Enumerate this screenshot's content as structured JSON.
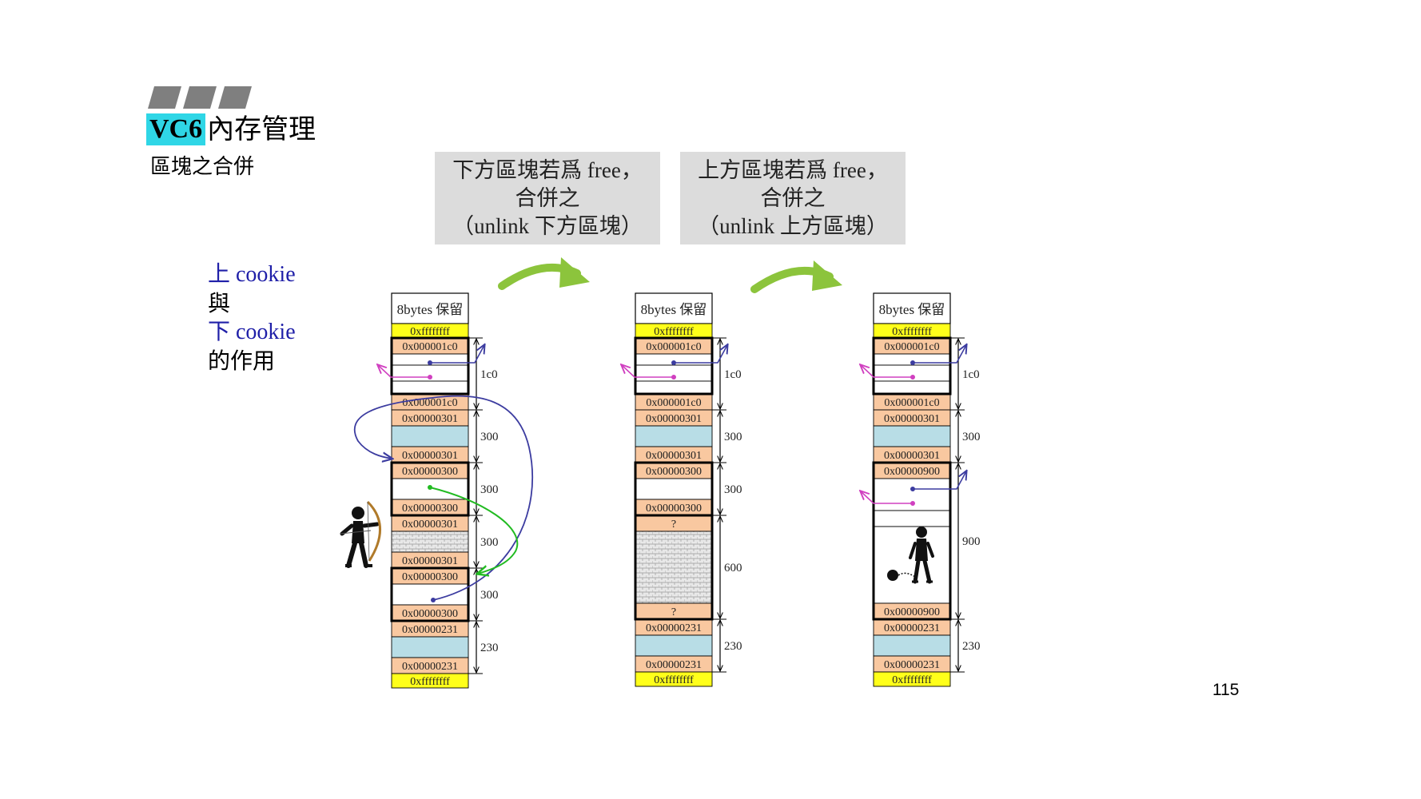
{
  "header": {
    "title_highlight": "VC6",
    "title_rest": "內存管理",
    "subtitle": "區塊之合併"
  },
  "callouts": [
    {
      "lines": [
        "下方區塊若爲 free，",
        "合併之",
        "（unlink 下方區塊）"
      ]
    },
    {
      "lines": [
        "上方區塊若爲 free，",
        "合併之",
        "（unlink 上方區塊）"
      ]
    }
  ],
  "cookie_note": {
    "line1": "上 cookie",
    "line2": "與",
    "line3": "下 cookie",
    "line4": "的作用"
  },
  "page_number": "115",
  "colors": {
    "highlight": "#2fd6e6",
    "yellow": "#ffff1a",
    "cookie": "#f9c8a0",
    "blue_block": "#b8dde6",
    "green_arrow": "#8cc43c",
    "purple": "#3c3ca0",
    "magenta": "#d040c0",
    "green_line": "#22bb22"
  },
  "columns": [
    {
      "header": "8bytes 保留",
      "cells": [
        {
          "text": "0xffffffff",
          "type": "yellow"
        },
        {
          "text": "0x000001c0",
          "type": "cookie"
        },
        {
          "text": "",
          "type": "white"
        },
        {
          "text": "",
          "type": "white"
        },
        {
          "text": "",
          "type": "white"
        },
        {
          "text": "0x000001c0",
          "type": "cookie"
        },
        {
          "text": "0x00000301",
          "type": "cookie"
        },
        {
          "text": "",
          "type": "blue"
        },
        {
          "text": "0x00000301",
          "type": "cookie"
        },
        {
          "text": "0x00000300",
          "type": "cookie"
        },
        {
          "text": "",
          "type": "white"
        },
        {
          "text": "0x00000300",
          "type": "cookie"
        },
        {
          "text": "0x00000301",
          "type": "cookie"
        },
        {
          "text": "",
          "type": "pattern"
        },
        {
          "text": "0x00000301",
          "type": "cookie"
        },
        {
          "text": "0x00000300",
          "type": "cookie"
        },
        {
          "text": "",
          "type": "white"
        },
        {
          "text": "0x00000300",
          "type": "cookie"
        },
        {
          "text": "0x00000231",
          "type": "cookie"
        },
        {
          "text": "",
          "type": "blue"
        },
        {
          "text": "0x00000231",
          "type": "cookie"
        },
        {
          "text": "0xffffffff",
          "type": "yellow"
        }
      ],
      "sizes": [
        "1c0",
        "300",
        "300",
        "300",
        "300",
        "230"
      ]
    },
    {
      "header": "8bytes 保留",
      "cells": [
        {
          "text": "0xffffffff",
          "type": "yellow"
        },
        {
          "text": "0x000001c0",
          "type": "cookie"
        },
        {
          "text": "",
          "type": "white"
        },
        {
          "text": "",
          "type": "white"
        },
        {
          "text": "",
          "type": "white"
        },
        {
          "text": "0x000001c0",
          "type": "cookie"
        },
        {
          "text": "0x00000301",
          "type": "cookie"
        },
        {
          "text": "",
          "type": "blue"
        },
        {
          "text": "0x00000301",
          "type": "cookie"
        },
        {
          "text": "0x00000300",
          "type": "cookie"
        },
        {
          "text": "",
          "type": "white"
        },
        {
          "text": "0x00000300",
          "type": "cookie"
        },
        {
          "text": "?",
          "type": "cookie"
        },
        {
          "text": "",
          "type": "pattern"
        },
        {
          "text": "?",
          "type": "cookie"
        },
        {
          "text": "0x00000231",
          "type": "cookie"
        },
        {
          "text": "",
          "type": "blue"
        },
        {
          "text": "0x00000231",
          "type": "cookie"
        },
        {
          "text": "0xffffffff",
          "type": "yellow"
        }
      ],
      "sizes": [
        "1c0",
        "300",
        "300",
        "600",
        "230"
      ]
    },
    {
      "header": "8bytes 保留",
      "cells": [
        {
          "text": "0xffffffff",
          "type": "yellow"
        },
        {
          "text": "0x000001c0",
          "type": "cookie"
        },
        {
          "text": "",
          "type": "white"
        },
        {
          "text": "",
          "type": "white"
        },
        {
          "text": "",
          "type": "white"
        },
        {
          "text": "0x000001c0",
          "type": "cookie"
        },
        {
          "text": "0x00000301",
          "type": "cookie"
        },
        {
          "text": "",
          "type": "blue"
        },
        {
          "text": "0x00000301",
          "type": "cookie"
        },
        {
          "text": "0x00000900",
          "type": "cookie"
        },
        {
          "text": "",
          "type": "white"
        },
        {
          "text": "",
          "type": "white"
        },
        {
          "text": "",
          "type": "white"
        },
        {
          "text": "0x00000900",
          "type": "cookie"
        },
        {
          "text": "0x00000231",
          "type": "cookie"
        },
        {
          "text": "",
          "type": "blue"
        },
        {
          "text": "0x00000231",
          "type": "cookie"
        },
        {
          "text": "0xffffffff",
          "type": "yellow"
        }
      ],
      "sizes": [
        "1c0",
        "300",
        "900",
        "230"
      ]
    }
  ]
}
